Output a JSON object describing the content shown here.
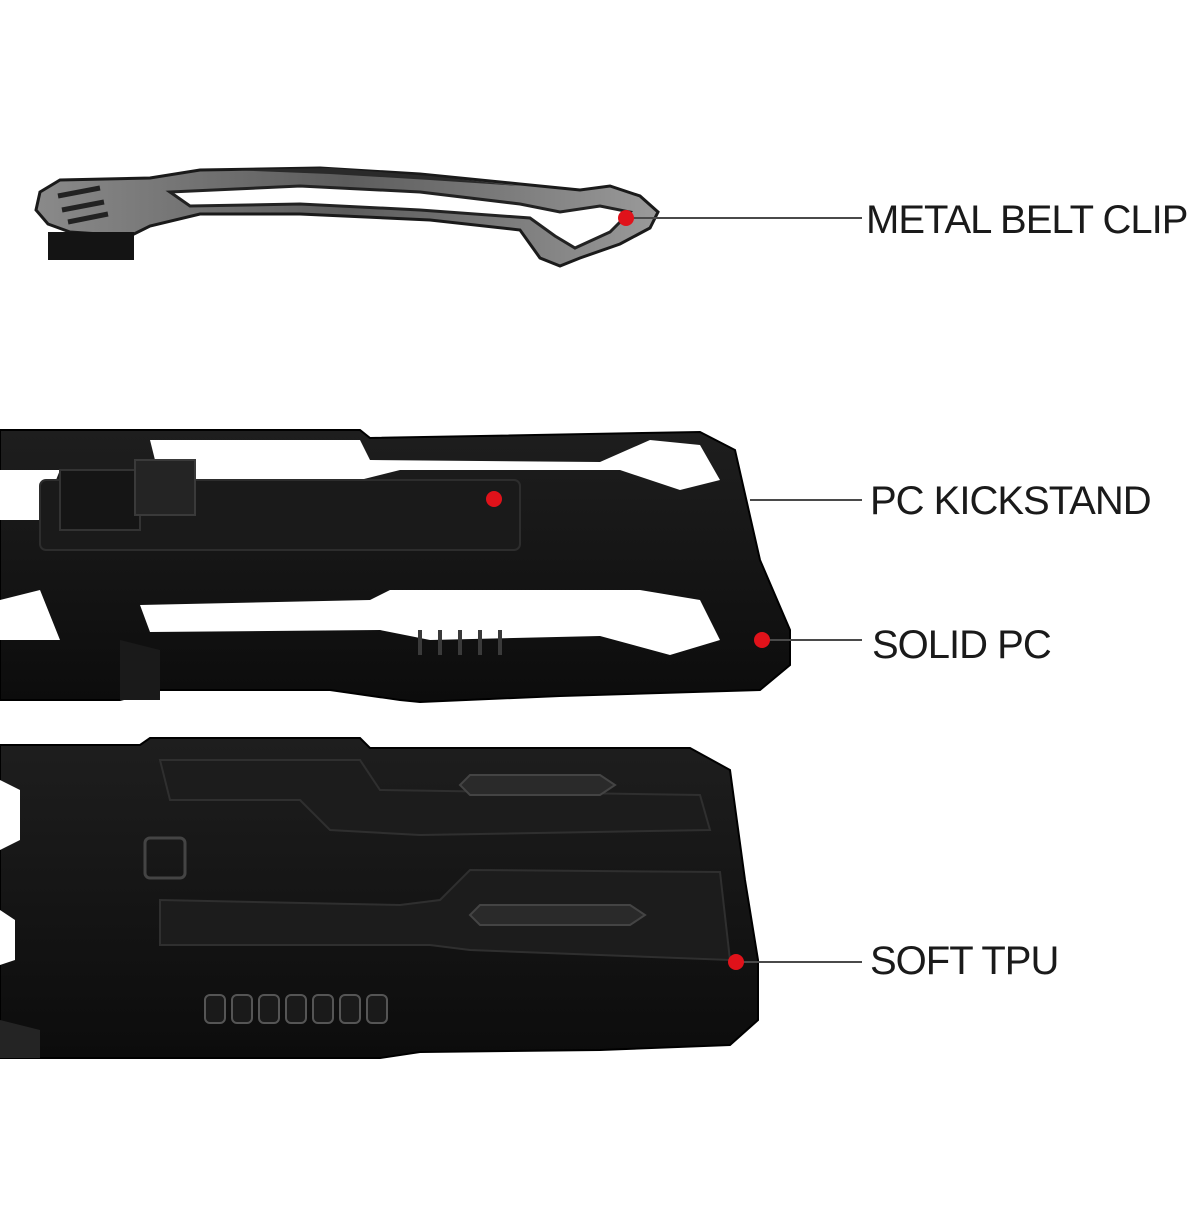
{
  "labels": {
    "belt_clip": "METAL BELT CLIP",
    "kickstand": "PC KICKSTAND",
    "solid_pc": "SOLID PC",
    "soft_tpu": "SOFT TPU"
  },
  "colors": {
    "background": "#ffffff",
    "case_black": "#121212",
    "case_edge": "#2a2a2a",
    "metal_gray": "#7d7d7d",
    "marker_red": "#e0121a",
    "leader_line": "#4a4a4a",
    "label_text": "#1a1a1a"
  }
}
